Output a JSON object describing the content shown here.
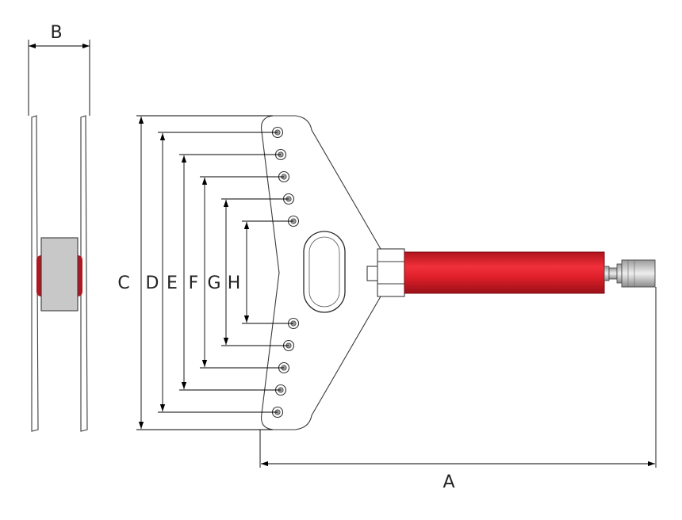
{
  "dimension_labels": {
    "a": "A",
    "b": "B",
    "c": "C",
    "d": "D",
    "e": "E",
    "f": "F",
    "g": "G",
    "h": "H"
  },
  "colors": {
    "cylinder": "#e0202a",
    "plate": "#ffffff",
    "block": "#c8c8c8",
    "line": "#000000",
    "bolt": "#9a9a9a"
  },
  "icons": {
    "upper_bolt_holes": [
      "bolt-hole-icon",
      "bolt-hole-icon",
      "bolt-hole-icon",
      "bolt-hole-icon",
      "bolt-hole-icon"
    ],
    "lower_bolt_holes": [
      "bolt-hole-icon",
      "bolt-hole-icon",
      "bolt-hole-icon",
      "bolt-hole-icon",
      "bolt-hole-icon"
    ],
    "coupler": "hydraulic-coupler-icon"
  }
}
